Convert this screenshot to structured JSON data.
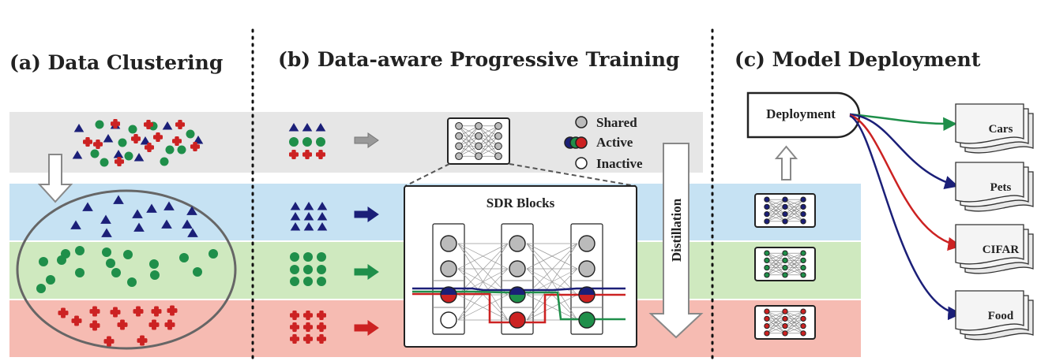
{
  "panels": {
    "a": {
      "title": "(a) Data Clustering"
    },
    "b": {
      "title": "(b) Data-aware Progressive Training"
    },
    "c": {
      "title": "(c) Model Deployment"
    }
  },
  "legend": {
    "shared": "Shared",
    "active": "Active",
    "inactive": "Inactive"
  },
  "sdr_blocks": {
    "title": "SDR Blocks"
  },
  "distillation": {
    "label": "Distillation"
  },
  "deployment": {
    "label": "Deployment"
  },
  "datasets": [
    "Cars",
    "Pets",
    "CIFAR",
    "Food"
  ],
  "colors": {
    "band_gray": "#e6e6e6",
    "band_blue": "#c6e2f3",
    "band_green": "#cfe9bf",
    "band_red": "#f6bbb2",
    "navy": "#1b1f78",
    "green": "#1f8f4a",
    "red": "#cc2222",
    "gray_node": "#bbbbbb"
  }
}
